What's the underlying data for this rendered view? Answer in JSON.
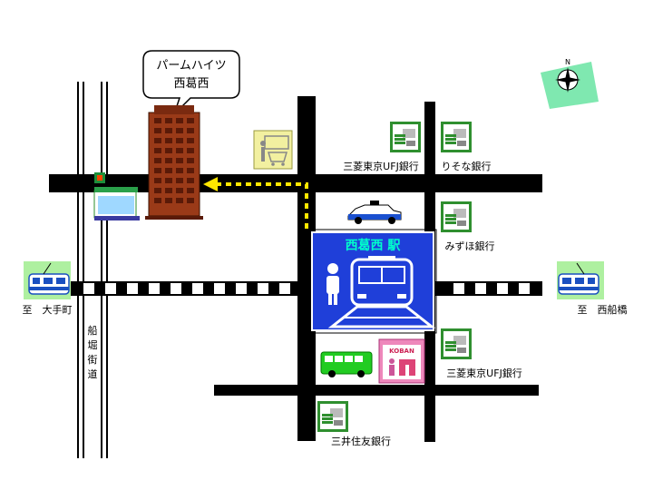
{
  "building": {
    "line1": "パームハイツ",
    "line2": "西葛西"
  },
  "station": {
    "name": "西葛西 駅"
  },
  "banks": [
    {
      "id": "mufg-north",
      "label": "三菱東京UFJ銀行"
    },
    {
      "id": "resona",
      "label": "りそな銀行"
    },
    {
      "id": "mizuho",
      "label": "みずほ銀行"
    },
    {
      "id": "mufg-south",
      "label": "三菱東京UFJ銀行"
    },
    {
      "id": "smbc",
      "label": "三井住友銀行"
    }
  ],
  "directions": {
    "west": "至　大手町",
    "east": "至　西船橋"
  },
  "road": {
    "name": "船堀街道"
  },
  "koban": {
    "label": "KOBAN"
  },
  "colors": {
    "road": "#000000",
    "station_blue": "#1f3fd9",
    "station_text": "#00ffcc",
    "route": "#ffe600",
    "building": "#9a3a18",
    "bank_green": "#2f8f2f",
    "koban_pink": "#ee88bb",
    "bus": "#22cc22"
  },
  "icons": [
    "compass-icon",
    "shopping-cart-icon",
    "taxi-icon",
    "bus-icon",
    "train-icon",
    "convenience-store-icon",
    "bank-icon"
  ]
}
